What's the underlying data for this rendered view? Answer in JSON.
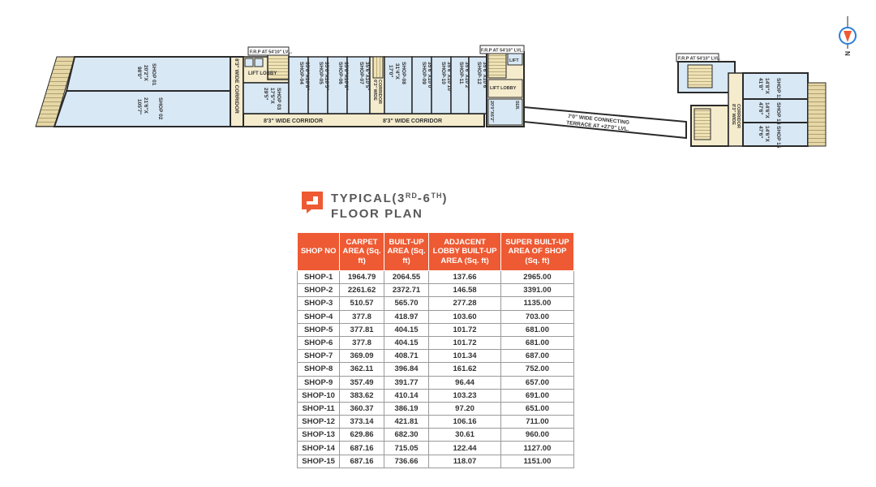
{
  "title": {
    "line1_main": "TYPICAL(3",
    "sup1": "RD",
    "dash": "-6",
    "sup2": "TH",
    "close": ")",
    "line2": "FLOOR PLAN"
  },
  "colors": {
    "accent": "#ee5a33",
    "room_fill": "#d8e8f5",
    "corridor_fill": "#f5eccd",
    "wall": "#2a2a2a",
    "compass": "#2a7fd6"
  },
  "plan": {
    "frp_left": "F.R.P AT 54'10\" LVL.",
    "frp_mid": "F.R.P AT 54'10\" LVL.",
    "frp_right": "F.R.P AT 54'10\" LVL.",
    "corridor_left": "8'3\" WIDE CORRIDOR",
    "corridor_right": "8'3\" WIDE CORRIDOR",
    "corridor_vertical": "8'3\" WIDE CORRIDOR",
    "corridor_center_a": "6'3\" WIDE",
    "corridor_center_b": "CORRIDOR",
    "corridor_east_a": "8'3\" WIDE",
    "corridor_east_b": "CORRIDOR",
    "lift_lobby": "LIFT LOBBY",
    "lift": "LIFT",
    "lift_lobby_b": "LIFT LOBBY",
    "terrace_a": "7'0\" WIDE CONNECTING",
    "terrace_b": "TERRACE AT +27'0\" LVL.",
    "compass_letter": "N",
    "dimension_20": "20'0\"X6'2\"",
    "ser_label": "SER.",
    "shops": [
      {
        "name": "SHOP 01",
        "dim1": "20'2\"X",
        "dim2": "98'0\""
      },
      {
        "name": "SHOP 02",
        "dim1": "21'6\"X",
        "dim2": "105'7\""
      },
      {
        "name": "SHOP 03",
        "dim1": "17'5\"X",
        "dim2": "29'5\""
      },
      {
        "name": "SHOP-04",
        "dim1": "35'6\"X10'8\"",
        "dim2": ""
      },
      {
        "name": "SHOP-05",
        "dim1": "35'6\"X10'5\"",
        "dim2": ""
      },
      {
        "name": "SHOP-06",
        "dim1": "35'6\"X10'8\"",
        "dim2": ""
      },
      {
        "name": "SHOP-07",
        "dim1": "35'6\"X10'5\"",
        "dim2": ""
      },
      {
        "name": "SHOP-08",
        "dim1": "31'4\"X",
        "dim2": "17'0\""
      },
      {
        "name": "SHOP-09",
        "dim1": "35'6\"X10'0\"",
        "dim2": ""
      },
      {
        "name": "SHOP-10",
        "dim1": "35'6\"X10'10\"",
        "dim2": ""
      },
      {
        "name": "SHOP-11",
        "dim1": "35'6\"X10'2\"",
        "dim2": ""
      },
      {
        "name": "SHOP-12",
        "dim1": "35'6\"X10'6\"",
        "dim2": ""
      },
      {
        "name": "SHOP 13",
        "dim1": "14'8\"X",
        "dim2": "41'8\""
      },
      {
        "name": "SHOP 14",
        "dim1": "14'6\"X",
        "dim2": "47'6\""
      },
      {
        "name": "SHOP 15",
        "dim1": "14'6\"X",
        "dim2": "47'6\""
      }
    ]
  },
  "table": {
    "headers": [
      "SHOP NO",
      "CARPET AREA (Sq. ft)",
      "BUILT-UP AREA (Sq. ft)",
      "ADJACENT LOBBY BUILT-UP AREA (Sq. ft)",
      "SUPER BUILT-UP AREA OF SHOP (Sq. ft)"
    ],
    "rows": [
      [
        "SHOP-1",
        "1964.79",
        "2064.55",
        "137.66",
        "2965.00"
      ],
      [
        "SHOP-2",
        "2261.62",
        "2372.71",
        "146.58",
        "3391.00"
      ],
      [
        "SHOP-3",
        "510.57",
        "565.70",
        "277.28",
        "1135.00"
      ],
      [
        "SHOP-4",
        "377.8",
        "418.97",
        "103.60",
        "703.00"
      ],
      [
        "SHOP-5",
        "377.81",
        "404.15",
        "101.72",
        "681.00"
      ],
      [
        "SHOP-6",
        "377.8",
        "404.15",
        "101.72",
        "681.00"
      ],
      [
        "SHOP-7",
        "369.09",
        "408.71",
        "101.34",
        "687.00"
      ],
      [
        "SHOP-8",
        "362.11",
        "396.84",
        "161.62",
        "752.00"
      ],
      [
        "SHOP-9",
        "357.49",
        "391.77",
        "96.44",
        "657.00"
      ],
      [
        "SHOP-10",
        "383.62",
        "410.14",
        "103.23",
        "691.00"
      ],
      [
        "SHOP-11",
        "360.37",
        "386.19",
        "97.20",
        "651.00"
      ],
      [
        "SHOP-12",
        "373.14",
        "421.81",
        "106.16",
        "711.00"
      ],
      [
        "SHOP-13",
        "629.86",
        "682.30",
        "30.61",
        "960.00"
      ],
      [
        "SHOP-14",
        "687.16",
        "715.05",
        "122.44",
        "1127.00"
      ],
      [
        "SHOP-15",
        "687.16",
        "736.66",
        "118.07",
        "1151.00"
      ]
    ]
  }
}
